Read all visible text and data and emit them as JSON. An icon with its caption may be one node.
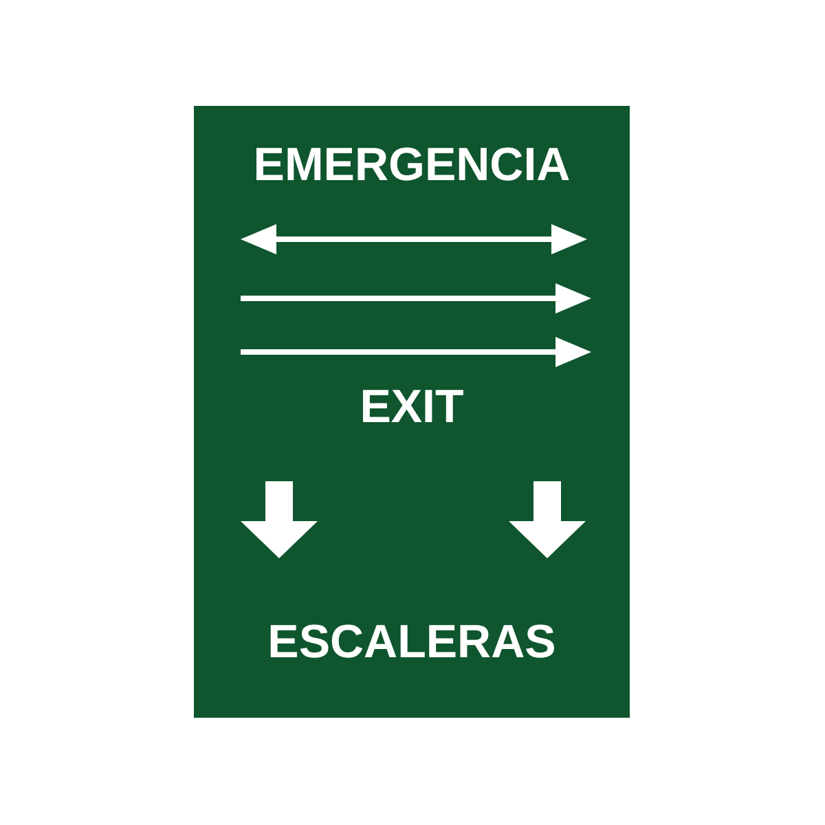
{
  "diagram": {
    "nodes": [
      {
        "text": [
          "EMERGENCIA",
          "EXIT",
          "ESCALERAS"
        ]
      }
    ]
  }
}
